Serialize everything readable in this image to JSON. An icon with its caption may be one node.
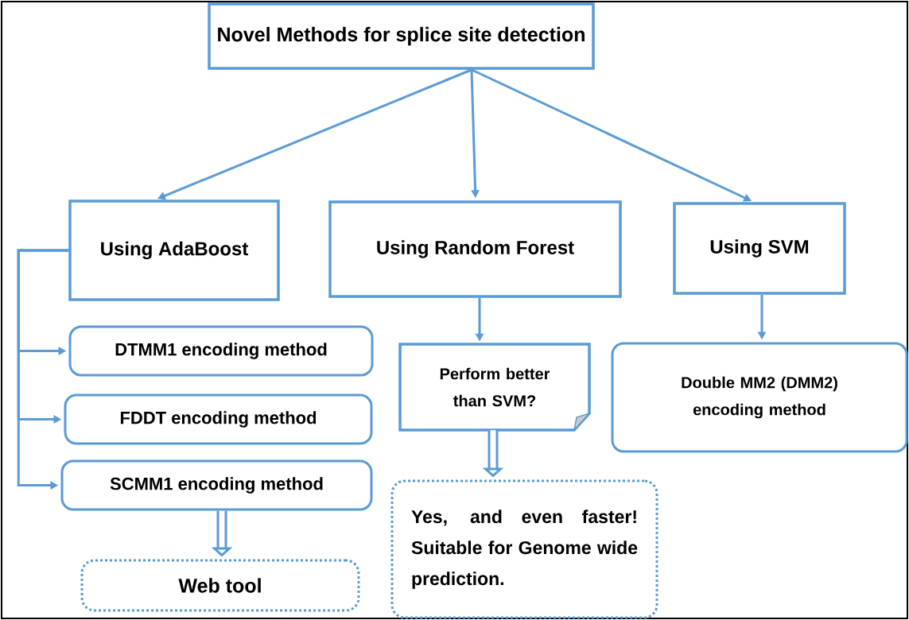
{
  "diagram": {
    "nodes": [
      {
        "text": [
          "Novel Methods for splice site detection"
        ]
      },
      {
        "text": [
          "Using AdaBoost"
        ]
      },
      {
        "text": [
          "Using Random Forest"
        ]
      },
      {
        "text": [
          "Using SVM"
        ]
      },
      {
        "text": [
          "DTMM1 encoding method"
        ]
      },
      {
        "text": [
          "FDDT encoding method"
        ]
      },
      {
        "text": [
          "SCMM1 encoding method"
        ]
      },
      {
        "text": [
          "Web tool"
        ]
      },
      {
        "text": [
          "Perform better than SVM?"
        ]
      },
      {
        "text": [
          "Yes, and even faster! Suitable for Genome wide prediction."
        ]
      },
      {
        "text": [
          "Double MM2 (DMM2) encoding method"
        ]
      }
    ],
    "edges": [
      {
        "from": 0,
        "to": 1,
        "arrow": "to"
      },
      {
        "from": 0,
        "to": 2,
        "arrow": "to"
      },
      {
        "from": 0,
        "to": 3,
        "arrow": "to"
      },
      {
        "from": 1,
        "to": 4,
        "arrow": "to"
      },
      {
        "from": 1,
        "to": 5,
        "arrow": "to"
      },
      {
        "from": 1,
        "to": 6,
        "arrow": "to"
      },
      {
        "from": 6,
        "to": 7,
        "arrow": "to",
        "style": "thick"
      },
      {
        "from": 2,
        "to": 8,
        "arrow": "to"
      },
      {
        "from": 8,
        "to": 9,
        "arrow": "to",
        "style": "thick"
      },
      {
        "from": 3,
        "to": 10,
        "arrow": "to"
      }
    ]
  }
}
